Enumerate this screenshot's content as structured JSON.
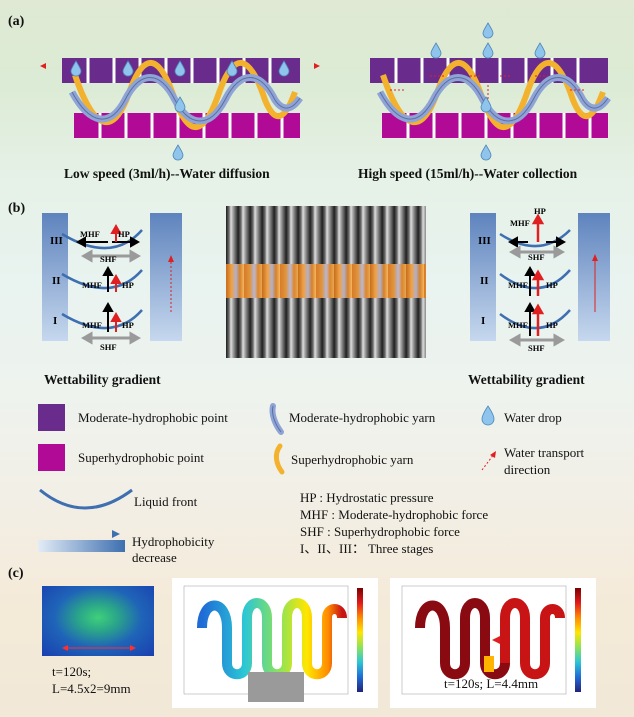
{
  "panels": {
    "a": {
      "label": "(a)",
      "left_caption": "Low speed (3ml/h)--Water diffusion",
      "right_caption": "High speed (15ml/h)--Water collection"
    },
    "b": {
      "label": "(b)",
      "left_gradient_label": "Wettability gradient",
      "right_gradient_label": "Wettability gradient",
      "stages": [
        "III",
        "II",
        "I"
      ],
      "forces": {
        "hp": "HP",
        "mhf": "MHF",
        "shf": "SHF"
      }
    },
    "c": {
      "label": "(c)",
      "thermo_caption": "t=120s;\nL=4.5x2=9mm",
      "sim_caption": "t=120s; L=4.4mm"
    }
  },
  "legend": {
    "moderate_point": "Moderate-hydrophobic point",
    "moderate_yarn": "Moderate-hydrophobic yarn",
    "water_drop": "Water drop",
    "super_point": "Superhydrophobic point",
    "super_yarn": "Superhydrophobic yarn",
    "water_transport": "Water transport\ndirection",
    "liquid_front": "Liquid front",
    "hydrophobicity": "Hydrophobicity\ndecrease"
  },
  "definitions": [
    "HP : Hydrostatic pressure",
    "MHF : Moderate-hydrophobic force",
    "SHF : Superhydrophobic force",
    "I、II、III： Three stages"
  ],
  "colors": {
    "moderate_purple": "#6a2c8c",
    "super_magenta": "#b10a96",
    "yarn_blue": "#8ea4d6",
    "yarn_orange": "#f3b22d",
    "transport_red": "#e02020",
    "front_blue": "#3e6fb0"
  }
}
